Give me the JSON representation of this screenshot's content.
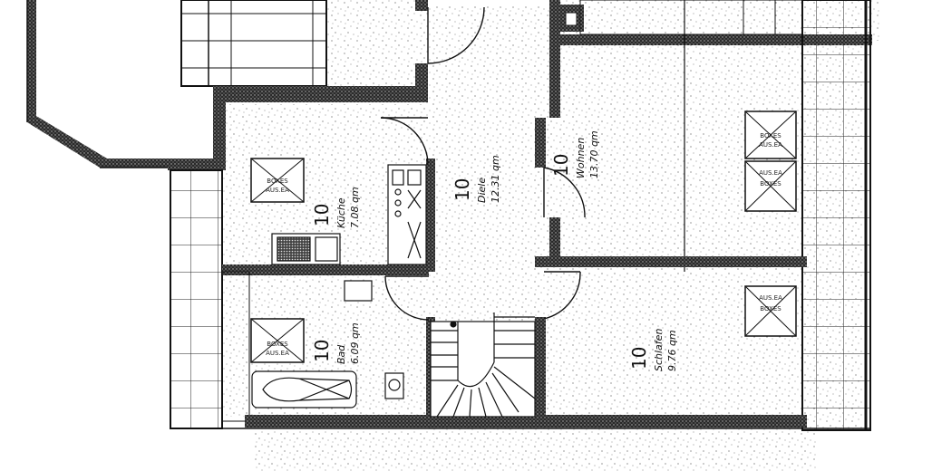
{
  "rooms": {
    "kueche": {
      "number": "10",
      "name": "Küche",
      "area": "7.08 qm"
    },
    "diele": {
      "number": "10",
      "name": "Diele",
      "area": "12.31 qm"
    },
    "wohnen": {
      "number": "10",
      "name": "Wohnen",
      "area": "13.70 qm"
    },
    "bad": {
      "number": "10",
      "name": "Bad",
      "area": "6.09 qm"
    },
    "schlafen": {
      "number": "10",
      "name": "Schlafen",
      "area": "9.76 qm"
    }
  },
  "skylight_labels": {
    "kueche": [
      "BOXES",
      "AUS.EA"
    ],
    "bad": [
      "BOXES",
      "AUS.EA"
    ],
    "wohnen_top": [
      "BOXES",
      "AUS.EA"
    ],
    "wohnen_bottom": [
      "AUS.EA",
      "BOXES"
    ],
    "schlafen": [
      "AUS.EA",
      "BOXES"
    ]
  }
}
